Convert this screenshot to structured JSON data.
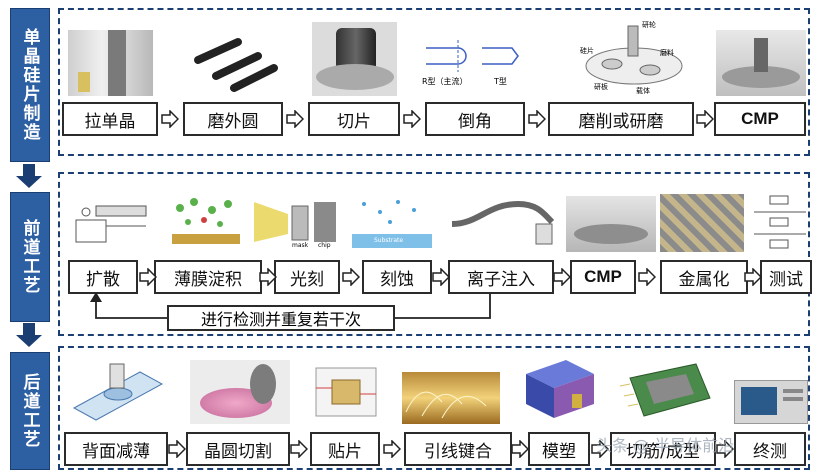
{
  "phases": [
    {
      "label": "单晶硅片制造",
      "steps": [
        "拉单晶",
        "磨外圆",
        "切片",
        "倒角",
        "磨削或研磨",
        "CMP"
      ]
    },
    {
      "label": "前道工艺",
      "steps": [
        "扩散",
        "薄膜淀积",
        "光刻",
        "刻蚀",
        "离子注入",
        "CMP",
        "金属化",
        "测试"
      ]
    },
    {
      "label": "后道工艺",
      "steps": [
        "背面减薄",
        "晶圆切割",
        "贴片",
        "引线键合",
        "模塑",
        "切筋/成型",
        "终测"
      ]
    }
  ],
  "loop_label": "进行检测并重复若干次",
  "chamfer_labels": {
    "r_type": "R型（主流）",
    "t_type": "T型"
  },
  "grinding_labels": [
    "研轮",
    "硅片",
    "磨料",
    "研板",
    "载体"
  ],
  "photo_labels": {
    "mask": "mask",
    "chip": "chip",
    "substrate": "Substrate"
  },
  "watermark": "头条 @ 半导体前沿",
  "colors": {
    "phase_bg": "#2d5fa3",
    "frame": "#1b3f73",
    "accent": "#c0392b"
  }
}
